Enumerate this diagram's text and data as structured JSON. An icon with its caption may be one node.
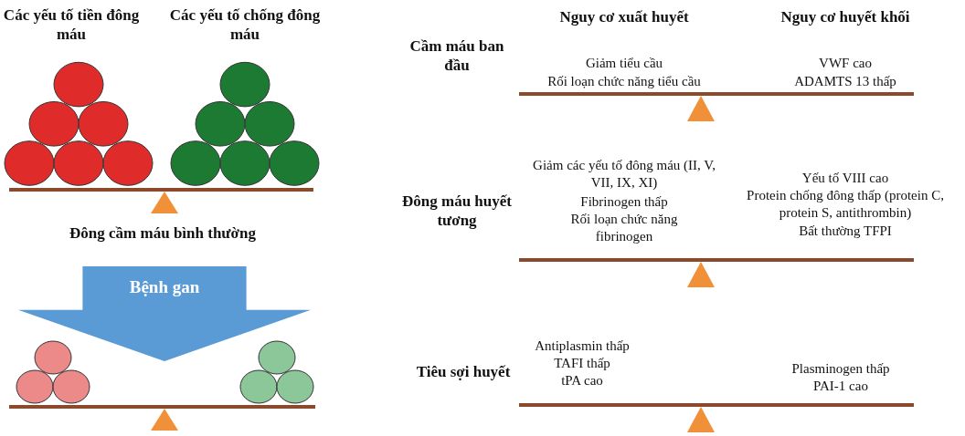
{
  "diagram": {
    "nodes": [
      {
        "text": [
          "Bệnh gan"
        ]
      }
    ],
    "labels": [
      "Các yếu tố tiền đông máu",
      "Các yếu tố chống đông máu",
      "Đông cầm máu bình thường",
      "Nguy cơ xuất huyết",
      "Nguy cơ huyết khối",
      "Cầm máu ban đầu",
      "Giảm tiểu cầu",
      "Rối loạn chức năng tiểu cầu",
      "VWF cao",
      "ADAMTS 13 thấp",
      "Đông máu huyết tương",
      "Giảm các yếu tố đông máu (II, V, VII, IX, XI)",
      "Fibrinogen thấp",
      "Rối loạn chức năng fibrinogen",
      "Yếu tố VIII cao",
      "Protein chống đông thấp (protein C, protein S, antithrombin)",
      "Bất thường TFPI",
      "Tiêu sợi huyết",
      "Antiplasmin thấp",
      "TAFI thấp",
      "tPA cao",
      "Plasminogen thấp",
      "PAI-1 cao"
    ]
  }
}
